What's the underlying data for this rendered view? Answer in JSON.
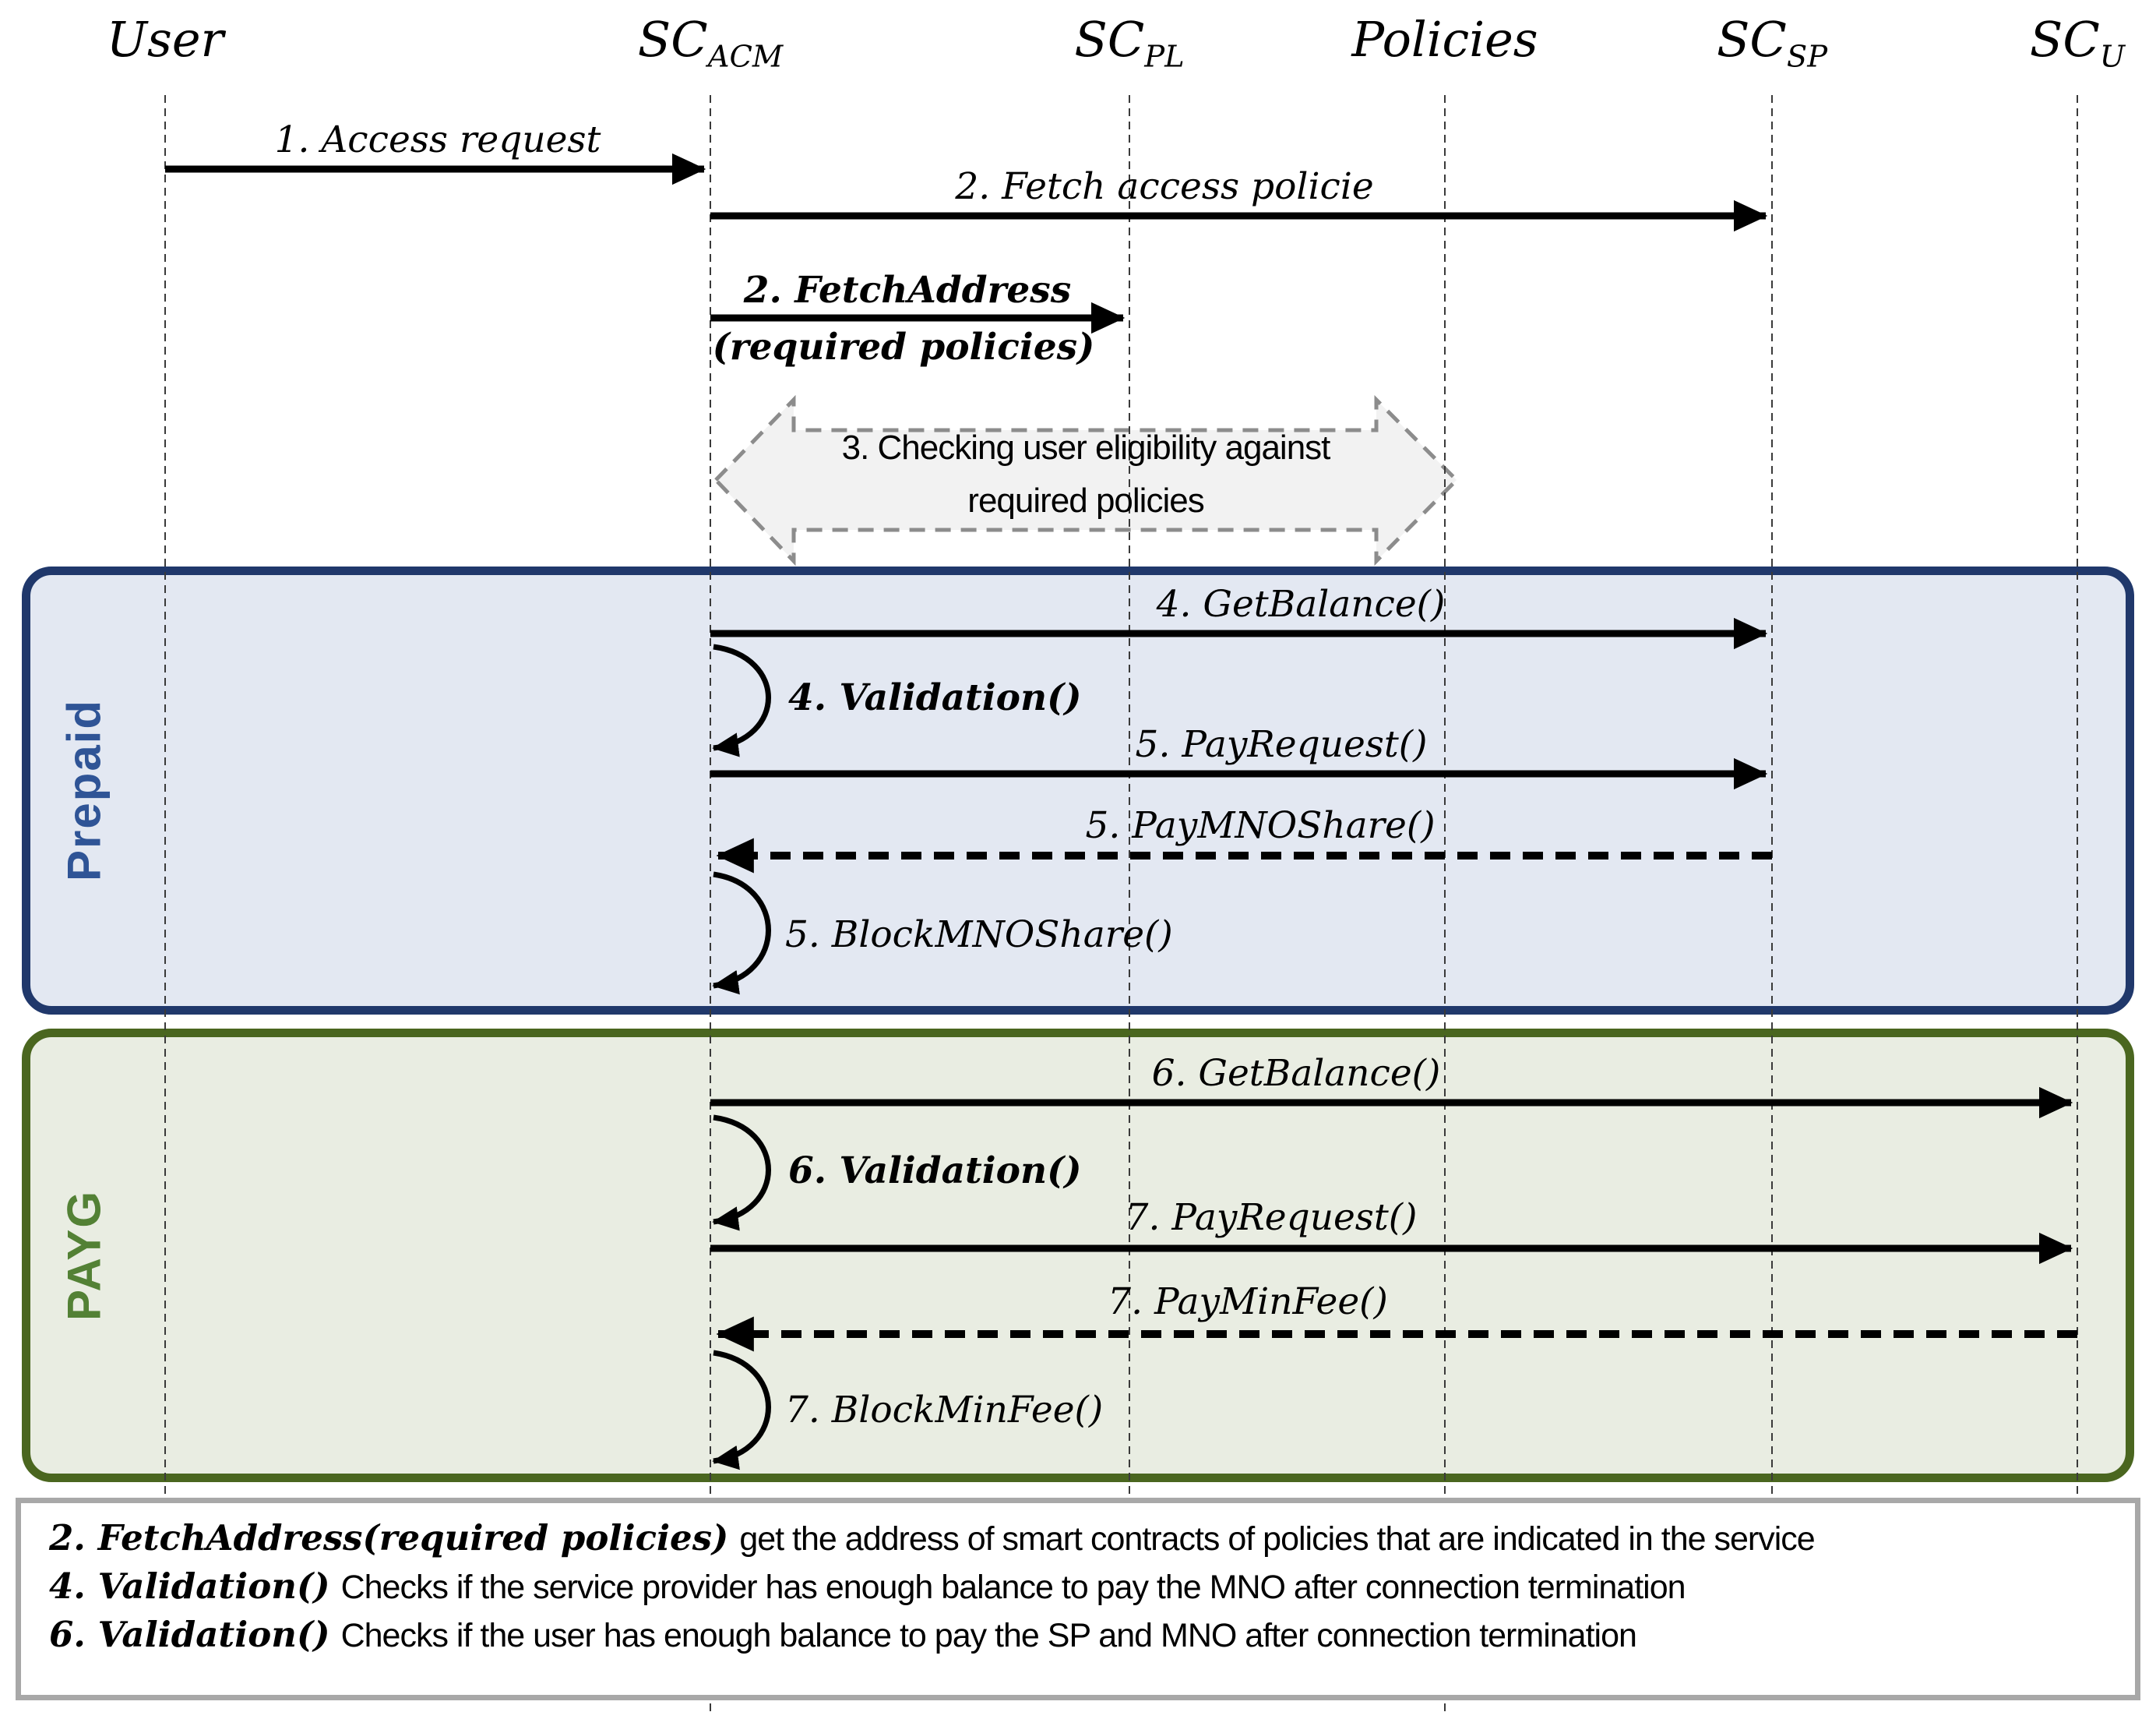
{
  "diagram": {
    "lifelines": [
      {
        "name": "User",
        "sub": ""
      },
      {
        "name": "SC",
        "sub": "ACM"
      },
      {
        "name": "SC",
        "sub": "PL"
      },
      {
        "name": "Policies",
        "sub": ""
      },
      {
        "name": "SC",
        "sub": "SP"
      },
      {
        "name": "SC",
        "sub": "U"
      }
    ],
    "messages": {
      "m1": "1. Access request",
      "m2a": "2. Fetch access policie",
      "m2b": "2. FetchAddress",
      "m2b_arg": "(required policies)",
      "m3_line1": "3. Checking user eligibility against",
      "m3_line2": "required policies",
      "m4": "4. GetBalance()",
      "m4v": "4. Validation()",
      "m5": "5. PayRequest()",
      "m5r": "5. PayMNOShare()",
      "m5b": "5. BlockMNOShare()",
      "m6": "6. GetBalance()",
      "m6v": "6. Validation()",
      "m7": "7. PayRequest()",
      "m7r": "7. PayMinFee()",
      "m7b": "7. BlockMinFee()"
    },
    "groups": {
      "prepaid": {
        "label": "Prepaid",
        "text_color": "#2F5496",
        "border_color": "#20386B",
        "fill": "#E3E8F2"
      },
      "payg": {
        "label": "PAYG",
        "text_color": "#538135",
        "border_color": "#4A661F",
        "fill": "#E9EDE2"
      }
    },
    "notes": [
      {
        "prefix": "2. FetchAddress(required policies)",
        "rest": "get the address of smart contracts of policies that are indicated in the service"
      },
      {
        "prefix": "4. Validation()",
        "rest": "Checks if the service provider has enough balance to pay the MNO after connection termination"
      },
      {
        "prefix": "6. Validation()",
        "rest": "Checks if the user has enough balance to pay the SP and MNO after connection termination"
      }
    ],
    "colors": {
      "arrow": "#000000",
      "lifeline": "#3A3A3A",
      "big_arrow_fill": "#F2F2F2",
      "big_arrow_border": "#8C8C8C",
      "footer_border": "#A8A8A8"
    }
  }
}
